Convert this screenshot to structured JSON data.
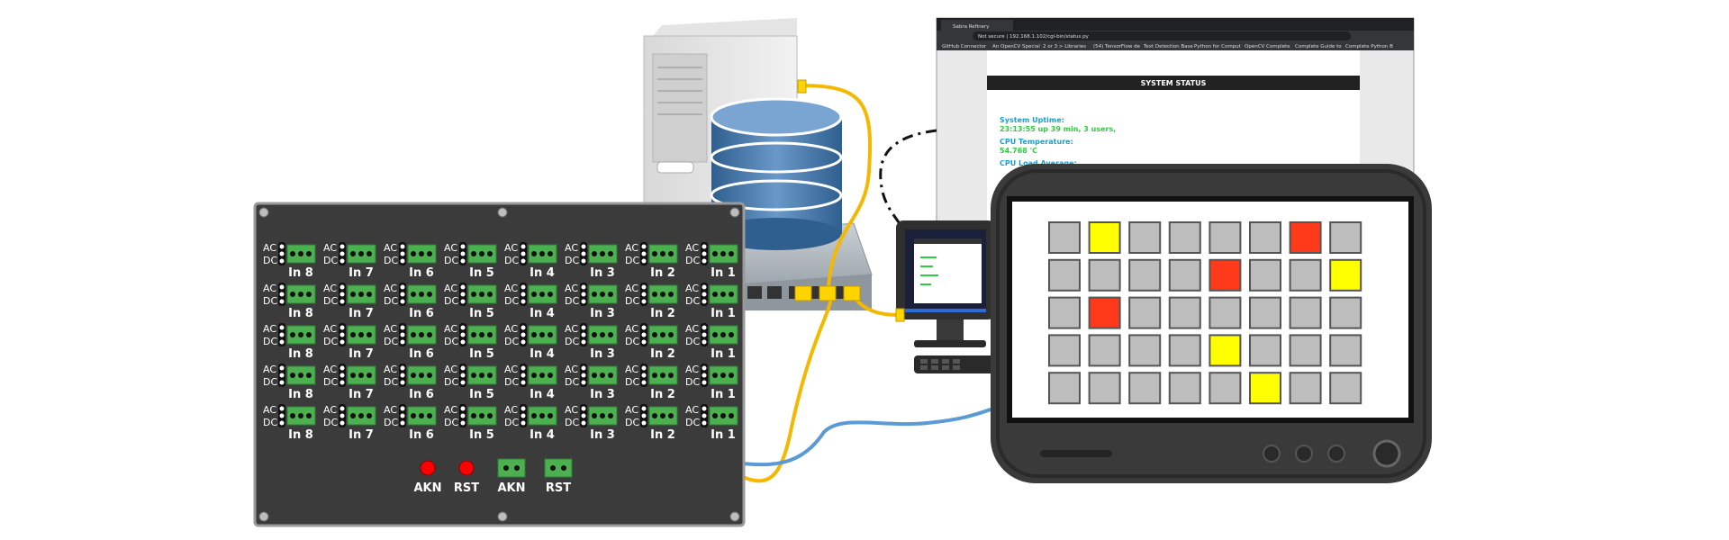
{
  "panel": {
    "input_labels": [
      "In 8",
      "In 7",
      "In 6",
      "In 5",
      "In 4",
      "In 3",
      "In 2",
      "In 1"
    ],
    "ac_label": "AC",
    "dc_label": "DC",
    "row_count": 5,
    "buttons": [
      {
        "label": "AKN",
        "kind": "led"
      },
      {
        "label": "RST",
        "kind": "led"
      },
      {
        "label": "AKN",
        "kind": "terminal"
      },
      {
        "label": "RST",
        "kind": "terminal"
      }
    ]
  },
  "browser": {
    "tab_title": "Sabra Refinery",
    "address": "Not secure | 192.168.1.102/cgi-bin/status.py",
    "bookmarks": [
      "GitHub Connector",
      "An OpenCV Special",
      "2 or 3 > Libraries",
      "(54) TensorFlow de",
      "Text Detection Base",
      "Python for Comput",
      "OpenCV Complete",
      "Complete Guide to",
      "Complete Python B"
    ],
    "status_header": "SYSTEM STATUS",
    "uptime_label": "System Uptime:",
    "uptime_value": "23:13:55 up 39 min, 3 users,",
    "cpu_temp_label": "CPU Temperature:",
    "cpu_temp_value": "54.768 'C",
    "cpu_load_label": "CPU Load Average:"
  },
  "annunciator": {
    "rows": [
      [
        "gray",
        "yellow",
        "gray",
        "gray",
        "gray",
        "gray",
        "red",
        "gray"
      ],
      [
        "gray",
        "gray",
        "gray",
        "gray",
        "red",
        "gray",
        "gray",
        "yellow"
      ],
      [
        "gray",
        "red",
        "gray",
        "gray",
        "gray",
        "gray",
        "gray",
        "gray"
      ],
      [
        "gray",
        "gray",
        "gray",
        "gray",
        "yellow",
        "gray",
        "gray",
        "gray"
      ],
      [
        "gray",
        "gray",
        "gray",
        "gray",
        "gray",
        "yellow",
        "gray",
        "gray"
      ]
    ],
    "colors": {
      "gray": "#bdbdbd",
      "yellow": "#ffff00",
      "red": "#ff3a1a"
    }
  },
  "colors": {
    "panel": "#3b3b3b",
    "terminal": "#4caf50",
    "led": "#ff0000",
    "cable_yellow": "#f5b800",
    "cable_blue": "#5b9bd5",
    "tablet": "#3a3a3a",
    "db": "#4a78a8",
    "status_label": "#1a9fd0",
    "status_value": "#2ecc40"
  }
}
